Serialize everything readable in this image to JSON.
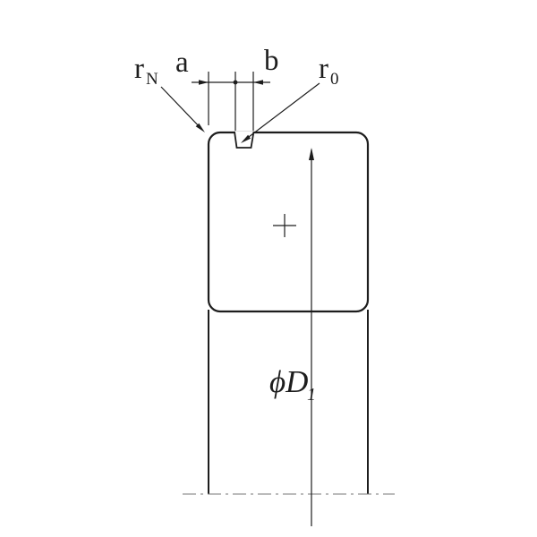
{
  "colors": {
    "line": "#1d1d1d",
    "centerline": "#777777",
    "background": "#ffffff"
  },
  "labels": {
    "r_n": {
      "base": "r",
      "sub": "N"
    },
    "a": "a",
    "b": "b",
    "r_0": {
      "base": "r",
      "sub": "0"
    },
    "phi_d1": {
      "base": "ϕD",
      "sub": "1"
    }
  }
}
